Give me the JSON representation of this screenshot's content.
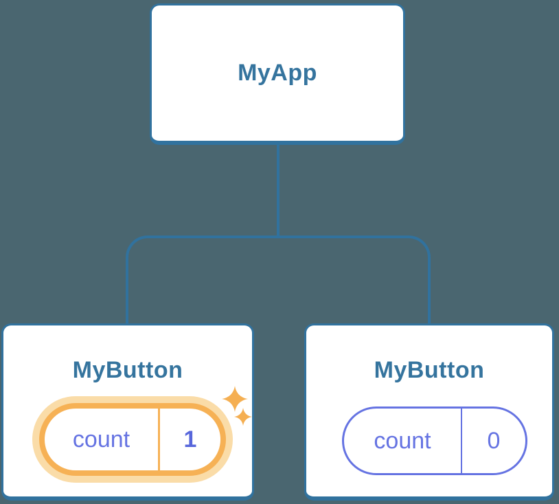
{
  "diagram": {
    "type": "component-tree",
    "background_color": "#4A6670",
    "stroke_color": "#31729E",
    "node_text_color": "#35749E",
    "root": {
      "label": "MyApp"
    },
    "children": [
      {
        "label": "MyButton",
        "state": {
          "key": "count",
          "value": "1"
        },
        "highlighted": true,
        "accent_color": "#F6B155",
        "glow_color": "#FADCA8",
        "key_color": "#6573E2",
        "value_color": "#5766DB",
        "decoration": "sparkles"
      },
      {
        "label": "MyButton",
        "state": {
          "key": "count",
          "value": "0"
        },
        "highlighted": false,
        "accent_color": "#6573E2",
        "key_color": "#6573E2",
        "value_color": "#6573E2"
      }
    ]
  }
}
